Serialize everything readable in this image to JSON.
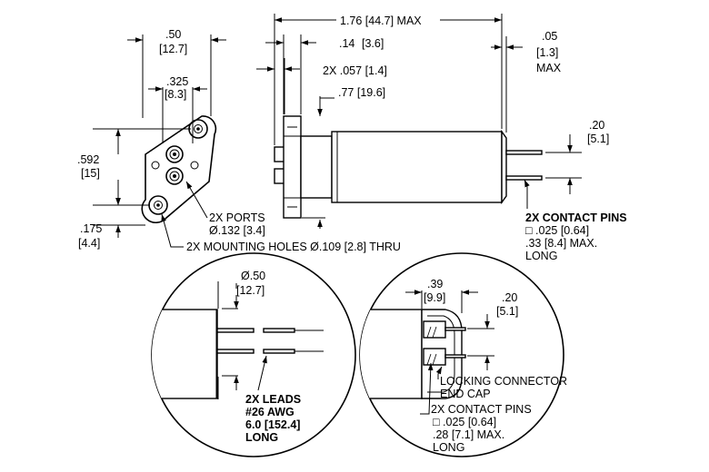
{
  "dims": {
    "width_in": ".50",
    "width_mm": "[12.7]",
    "port_spacing_in": ".325",
    "port_spacing_mm": "[8.3]",
    "height_in": ".592",
    "height_mm": "[15]",
    "hole_offset_in": ".175",
    "hole_offset_mm": "[4.4]",
    "length": "1.76 [44.7] MAX",
    "flange_in": ".14",
    "flange_mm": "[3.6]",
    "port_len": "2X .057 [1.4]",
    "body_to_port": ".77 [19.6]",
    "cap_in": ".05",
    "cap_mm": "[1.3]",
    "cap_note": "MAX",
    "pin_spacing_in": ".20",
    "pin_spacing_mm": "[5.1]",
    "ports_label": "2X PORTS",
    "ports_dia": "Ø.132 [3.4]",
    "mount_holes": "2X MOUNTING HOLES   Ø.109 [2.8] THRU",
    "contact_pins_title": "2X CONTACT PINS",
    "contact_pins_size": "□ .025 [0.64]",
    "contact_pins_length": ".33 [8.4] MAX.",
    "contact_pins_long": "LONG"
  },
  "detail_leads": {
    "dia_in": "Ø.50",
    "dia_mm": "[12.7]",
    "leads_title": "2X LEADS",
    "leads_awg": "#26 AWG",
    "leads_len": "6.0 [152.4]",
    "leads_long": "LONG"
  },
  "detail_connector": {
    "depth_in": ".39",
    "depth_mm": "[9.9]",
    "spacing_in": ".20",
    "spacing_mm": "[5.1]",
    "cap_label_1": "LOCKING CONNECTOR",
    "cap_label_2": "END CAP",
    "pins_title": "2X CONTACT PINS",
    "pins_size": "□ .025 [0.64]",
    "pins_len": ".28 [7.1] MAX.",
    "pins_long": "LONG"
  }
}
